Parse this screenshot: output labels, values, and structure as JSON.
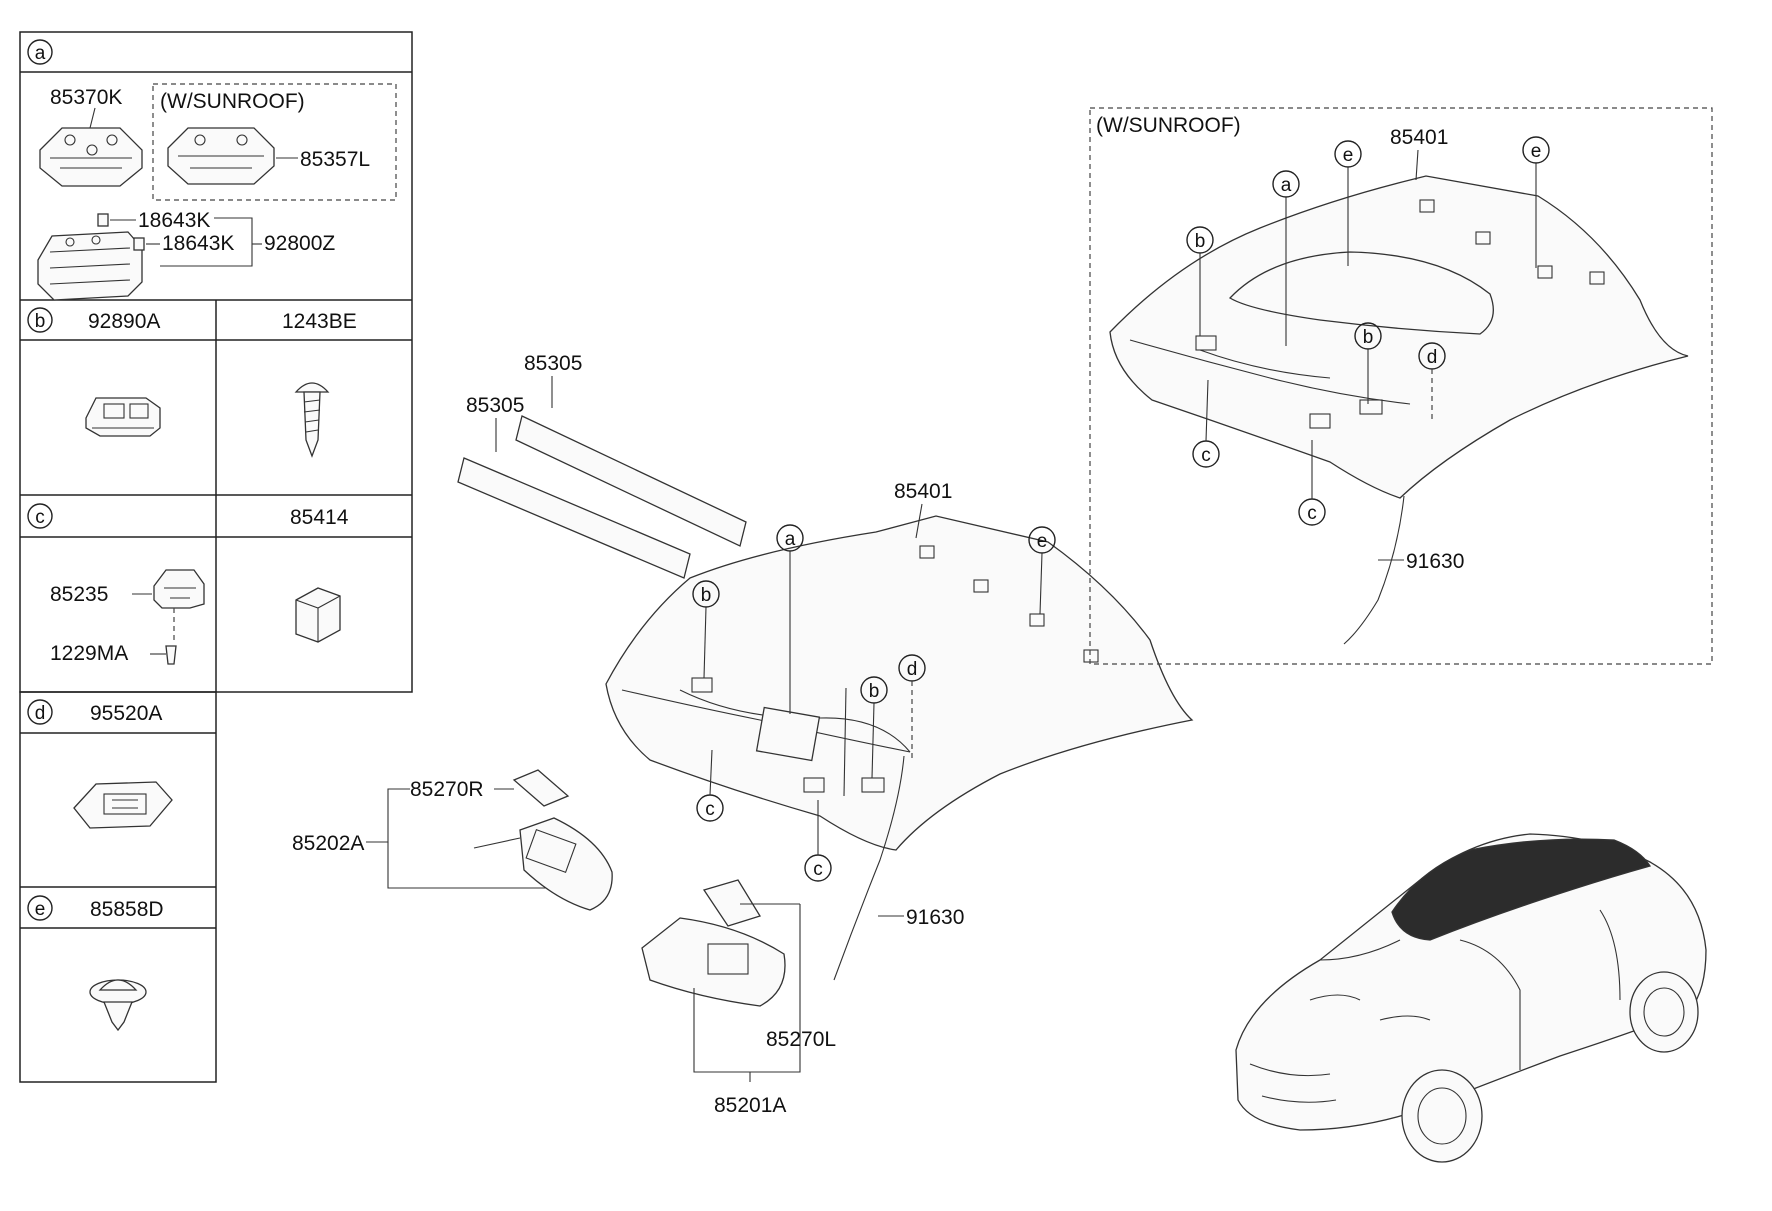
{
  "legend": {
    "a": {
      "letter": "a",
      "lamp": "85370K",
      "sunroof_note": "(W/SUNROOF)",
      "sunroof_lamp": "85357L",
      "bulb_1": "18643K",
      "bulb_2": "18643K",
      "assy": "92800Z"
    },
    "b": {
      "letter": "b",
      "left": "92890A",
      "right": "1243BE"
    },
    "c": {
      "letter": "c",
      "part": "85235",
      "screw": "1229MA",
      "right": "85414"
    },
    "d": {
      "letter": "d",
      "part": "95520A"
    },
    "e": {
      "letter": "e",
      "part": "85858D"
    }
  },
  "main": {
    "pad_1": "85305",
    "pad_2": "85305",
    "headlining": "85401",
    "mirror_r": "85270R",
    "visor_r": "85202A",
    "mirror_l": "85270L",
    "visor_l": "85201A",
    "wiring": "91630",
    "callouts": {
      "a": "a",
      "b1": "b",
      "b2": "b",
      "d": "d",
      "e": "e",
      "c1": "c",
      "c2": "c"
    }
  },
  "sunroof": {
    "note": "(W/SUNROOF)",
    "headlining": "85401",
    "wiring": "91630",
    "callouts": {
      "a": "a",
      "e1": "e",
      "e2": "e",
      "b1": "b",
      "b2": "b",
      "d": "d",
      "c1": "c",
      "c2": "c"
    }
  }
}
